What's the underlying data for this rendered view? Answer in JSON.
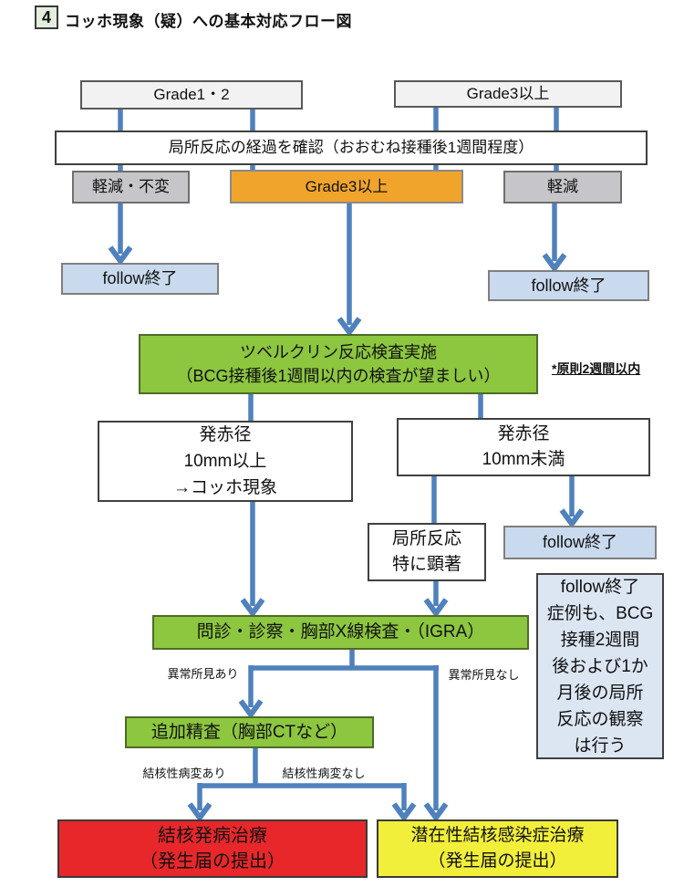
{
  "title": {
    "number": "4",
    "text": "コッホ現象（疑）への基本対応フロー図"
  },
  "colors": {
    "arrow_blue": "#4f81bd",
    "green": "#8dc63f",
    "green_border": "#4e6b28",
    "orange": "#f0a42c",
    "red": "#e8272b",
    "yellow": "#f2ef3a",
    "light_blue": "#c9daee",
    "note_blue": "#dce6f3",
    "gray": "#c6c6ca",
    "light_gray": "#f2f2f2",
    "title_box_green": "#e3eedd"
  },
  "nodes": {
    "grade12": {
      "label": "Grade1・2"
    },
    "grade3_top": {
      "label": "Grade3以上"
    },
    "kakunin": {
      "label": "局所反応の経過を確認（おおむね接種後1週間程度）"
    },
    "keigen_fuhen": {
      "label": "軽減・不変"
    },
    "grade3_mid": {
      "label": "Grade3以上"
    },
    "keigen": {
      "label": "軽減"
    },
    "follow_left": {
      "label": "follow終了"
    },
    "follow_right": {
      "label": "follow終了"
    },
    "tuberculin": {
      "line1": "ツベルクリン反応検査実施",
      "line2": "（BCG接種後1週間以内の検査が望ましい）"
    },
    "gensoku_note": {
      "label": "*原則2週間以内"
    },
    "hassekikei_over": {
      "line1": "発赤径",
      "line2": "10mm以上",
      "line3": "→コッホ現象"
    },
    "hassekikei_under": {
      "line1": "発赤径",
      "line2": "10mm未満"
    },
    "kyokusho_kencho": {
      "line1": "局所反応",
      "line2": "特に顕著"
    },
    "follow_mid": {
      "label": "follow終了"
    },
    "note_box": {
      "lines": [
        "follow終了",
        "症例も、BCG",
        "接種2週間",
        "後および1か",
        "月後の局所",
        "反応の観察",
        "は行う"
      ]
    },
    "monshin": {
      "label": "問診・診察・胸部X線検査・（IGRA）"
    },
    "ijo_ari": {
      "label": "異常所見あり"
    },
    "ijo_nashi": {
      "label": "異常所見なし"
    },
    "tsuika": {
      "label": "追加精査（胸部CTなど）"
    },
    "kekkaku_ari": {
      "label": "結核性病変あり"
    },
    "kekkaku_nashi": {
      "label": "結核性病変なし"
    },
    "chiryo_red": {
      "line1": "結核発病治療",
      "line2": "（発生届の提出）"
    },
    "chiryo_yellow": {
      "line1": "潜在性結核感染症治療",
      "line2": "（発生届の提出）"
    }
  }
}
